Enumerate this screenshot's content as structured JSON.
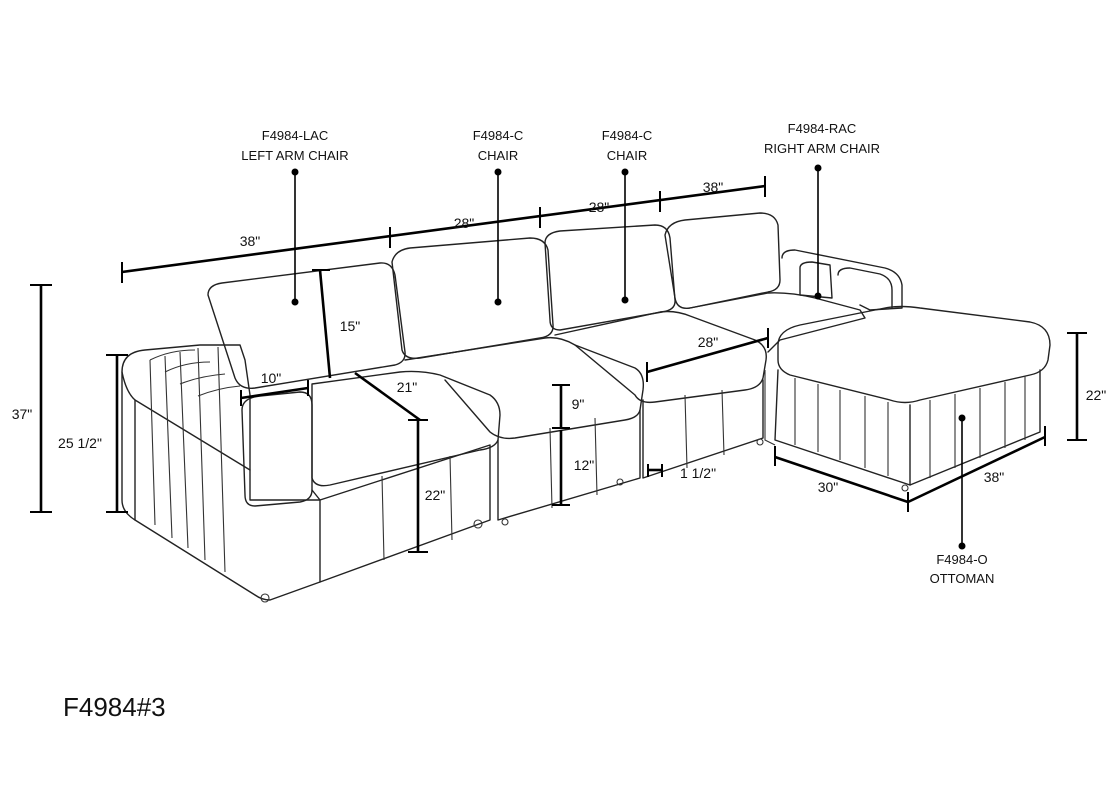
{
  "components": [
    {
      "id": "lac",
      "code": "F4984-LAC",
      "name": "LEFT ARM CHAIR"
    },
    {
      "id": "c1",
      "code": "F4984-C",
      "name": "CHAIR"
    },
    {
      "id": "c2",
      "code": "F4984-C",
      "name": "CHAIR"
    },
    {
      "id": "rac",
      "code": "F4984-RAC",
      "name": "RIGHT ARM CHAIR"
    },
    {
      "id": "o",
      "code": "F4984-O",
      "name": "OTTOMAN"
    }
  ],
  "dimensions": {
    "lac_width": "38\"",
    "chair1_width": "28\"",
    "chair2_width": "28\"",
    "rac_width": "38\"",
    "overall_height": "37\"",
    "arm_height": "25 1/2\"",
    "back_height": "15\"",
    "arm_width": "10\"",
    "seat_depth": "21\"",
    "seat_height": "22\"",
    "cushion_thickness": "9\"",
    "base_height": "12\"",
    "leg_height": "1 1/2\"",
    "rac_seat_width": "28\"",
    "ottoman_height": "22\"",
    "ottoman_depth": "30\"",
    "ottoman_width": "38\""
  },
  "model_code": "F4984#3"
}
